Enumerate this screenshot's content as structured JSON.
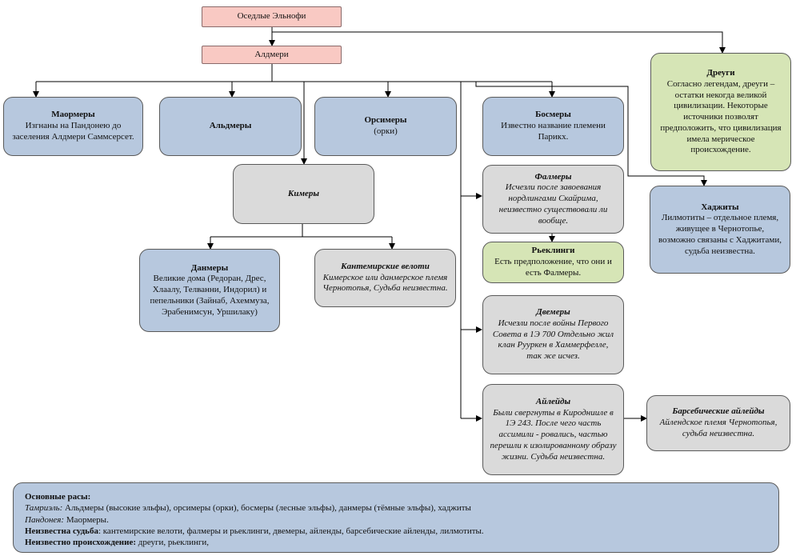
{
  "nodes": {
    "sedentary": {
      "title": "Оседлые Эльнофи"
    },
    "aldmeri": {
      "title": "Алдмери"
    },
    "maormers": {
      "title": "Маормеры",
      "text": "Изгнаны на Пандонею до заселения Алдмери Саммсерсет."
    },
    "altmers": {
      "title": "Альдмеры"
    },
    "orsimers": {
      "title": "Орсимеры",
      "text": "(орки)"
    },
    "bosmers": {
      "title": "Босмеры",
      "text": "Известно название племени Парикх."
    },
    "dreugi": {
      "title": "Дреуги",
      "text": "Согласно легендам, дреуги – остатки некогда великой цивилизации. Некоторые источники позволят предположить, что цивилизация имела мерическое происхождение."
    },
    "chimers": {
      "title": "Кимеры"
    },
    "falmers": {
      "title": "Фалмеры",
      "text": "Исчезли после завоевания нордлингами Скайрима, неизвестно существовали ли вообще."
    },
    "hadjits": {
      "title": "Хаджиты",
      "text": "Лилмотиты – отдельное племя, живущее в Чернотопье, возможно связаны с Хаджитами, судьба неизвестна."
    },
    "ryeklings": {
      "title": "Рьеклинги",
      "text": "Есть предположение, что они и есть Фалмеры."
    },
    "dunmers": {
      "title": "Данмеры",
      "text": "Великие дома (Редоран, Дрес, Хлаалу, Телванни, Индорил) и пепельники (Зайнаб, Ахеммуза, Эрабенимсун, Уршилаку)"
    },
    "kantemir": {
      "title": "Кантемирские велоти",
      "text": "Кимерское или данмерское племя Чернотопья, Судьба неизвестна."
    },
    "dwemers": {
      "title": "Двемеры",
      "text": "Исчезли после войны Первого Совета в 1Э 700 Отдельно жил клан Рууркен в Хаммерфелле, так же исчез."
    },
    "ayleids": {
      "title": "Айлейды",
      "text": "Были свергнуты в Кироднииле в 1Э 243. После чего часть ассимили - ровались, частью перешли к изолированному образу жизни. Судьба неизвестна."
    },
    "barsebic": {
      "title": "Барсебические айлейды",
      "text": "Айлендское племя Чернотопья, судьба неизвестна."
    }
  },
  "legend": {
    "heading": "Основные расы:",
    "tamriel_label": "Тамриэль:",
    "tamriel_text": " Альдмеры (высокие эльфы), орсимеры (орки), босмеры (лесные эльфы), данмеры (тёмные эльфы), хаджиты",
    "pandonea_label": "Пандонея:",
    "pandonea_text": " Маормеры.",
    "fate_label": "Неизвестна судьба",
    "fate_text": ": кантемирские велоти, фалмеры и рьеклинги, двемеры, айленды, барсебические айленды, лилмотиты.",
    "origin_label": "Неизвестно происхождение:",
    "origin_text": " дреуги, рьеклинги,"
  }
}
